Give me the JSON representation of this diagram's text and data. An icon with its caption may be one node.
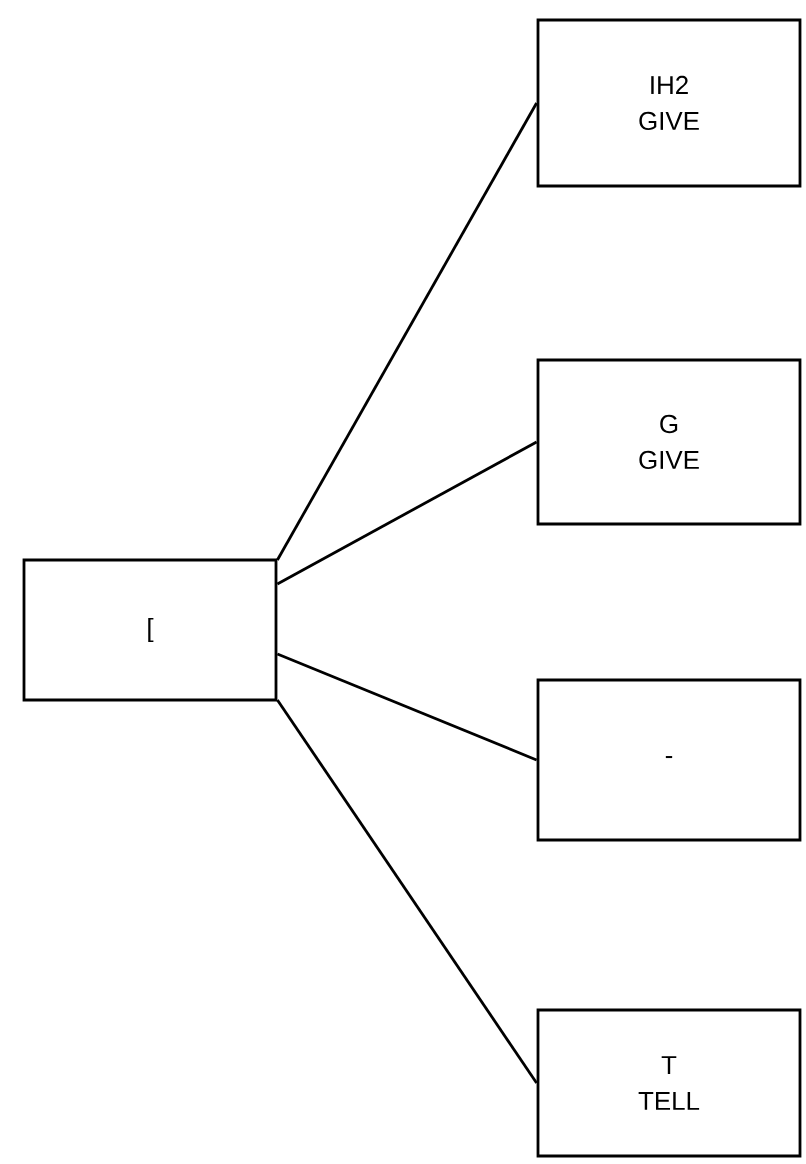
{
  "diagram": {
    "nodes": [
      {
        "text": [
          "["
        ]
      },
      {
        "text": [
          "IH2",
          "GIVE"
        ]
      },
      {
        "text": [
          "G",
          "GIVE"
        ]
      },
      {
        "text": [
          "-"
        ]
      },
      {
        "text": [
          "T",
          "TELL"
        ]
      }
    ],
    "edges": [
      {
        "from": 0,
        "to": 1,
        "arrow": "none"
      },
      {
        "from": 0,
        "to": 2,
        "arrow": "none"
      },
      {
        "from": 0,
        "to": 3,
        "arrow": "none"
      },
      {
        "from": 0,
        "to": 4,
        "arrow": "none"
      }
    ]
  }
}
